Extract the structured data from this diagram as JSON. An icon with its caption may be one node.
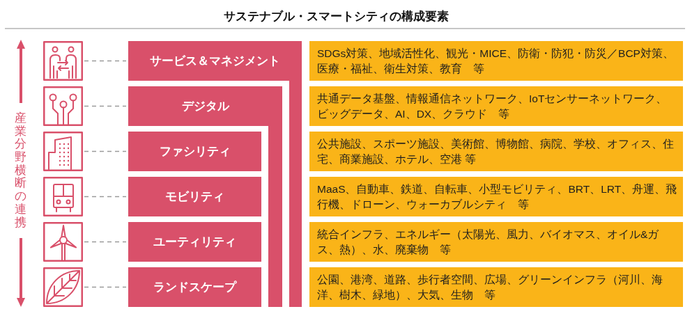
{
  "diagram": {
    "title": "サステナブル・スマートシティの構成要素",
    "nodes": [
      {
        "text": [],
        "shape": "picture"
      },
      {
        "text": [
          "サービス＆マネジメント"
        ]
      },
      {
        "text": [
          "SDGs対策、地域活性化、観光・MICE、防衛・防犯・防災／BCP対策、医療・福祉、衛生対策、教育　等"
        ]
      },
      {
        "text": [],
        "shape": "picture"
      },
      {
        "text": [
          "デジタル"
        ]
      },
      {
        "text": [
          "共通データ基盤、情報通信ネットワーク、IoTセンサーネットワーク、ビッグデータ、AI、DX、クラウド　等"
        ]
      },
      {
        "text": [],
        "shape": "picture"
      },
      {
        "text": [
          "ファシリティ"
        ]
      },
      {
        "text": [
          "公共施設、スポーツ施設、美術館、博物館、病院、学校、オフィス、住宅、商業施設、ホテル、空港 等"
        ]
      },
      {
        "text": [],
        "shape": "picture"
      },
      {
        "text": [
          "モビリティ"
        ]
      },
      {
        "text": [
          "MaaS、自動車、鉄道、自転車、小型モビリティ、BRT、LRT、舟運、飛行機、ドローン、ウォーカブルシティ　等"
        ]
      },
      {
        "text": [],
        "shape": "picture"
      },
      {
        "text": [
          "ユーティリティ"
        ]
      },
      {
        "text": [
          "統合インフラ、エネルギー（太陽光、風力、バイオマス、オイル&ガス、熱）、水、廃棄物　等"
        ]
      },
      {
        "text": [],
        "shape": "picture"
      },
      {
        "text": [
          "ランドスケープ"
        ]
      },
      {
        "text": [
          "公園、港湾、道路、歩行者空間、広場、グリーンインフラ（河川、海洋、樹木、緑地）、大気、生物　等"
        ]
      }
    ],
    "edges": [
      {
        "from": 0,
        "to": 1,
        "arrow": "none",
        "style": "dashed"
      },
      {
        "from": 3,
        "to": 4,
        "arrow": "none",
        "style": "dashed"
      },
      {
        "from": 6,
        "to": 7,
        "arrow": "none",
        "style": "dashed"
      },
      {
        "from": 9,
        "to": 10,
        "arrow": "none",
        "style": "dashed"
      },
      {
        "from": 12,
        "to": 13,
        "arrow": "none",
        "style": "dashed"
      },
      {
        "from": 15,
        "to": 16,
        "arrow": "none",
        "style": "dashed"
      }
    ],
    "labels": [
      "産業分野横断の連携"
    ]
  }
}
